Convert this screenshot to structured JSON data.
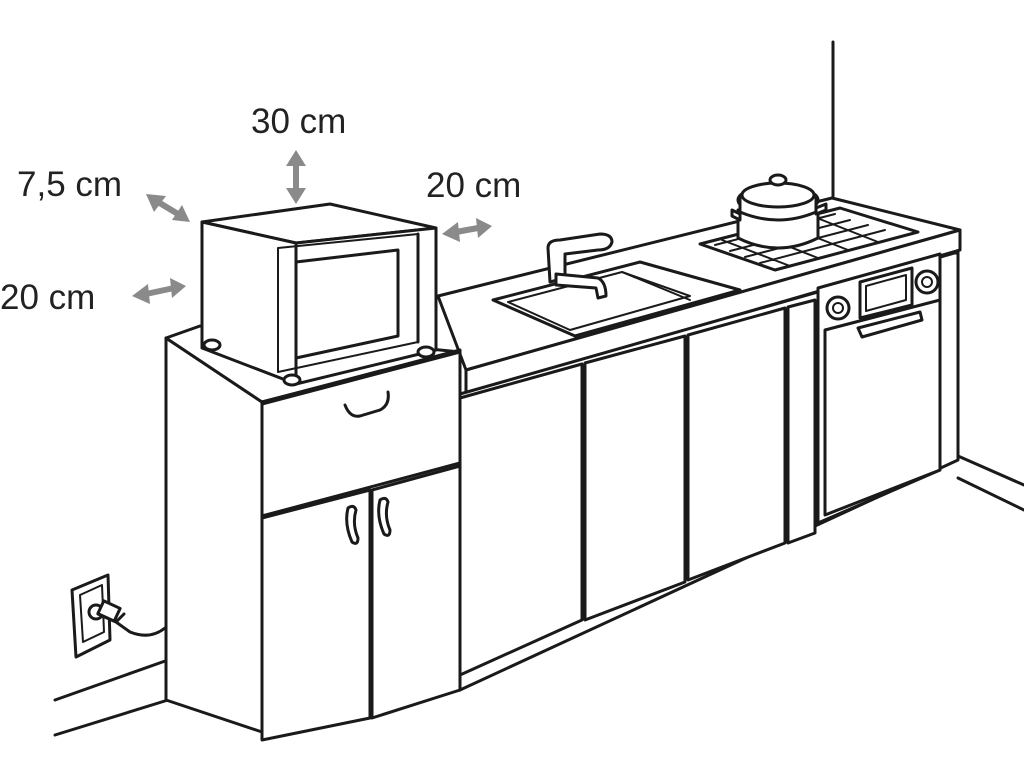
{
  "clearances": {
    "top": "30 cm",
    "left_upper": "7,5 cm",
    "right": "20 cm",
    "left_lower": "20 cm"
  },
  "colors": {
    "line": "#1a1a1a",
    "arrow": "#8a8a8a",
    "text": "#222222",
    "background": "#ffffff"
  }
}
